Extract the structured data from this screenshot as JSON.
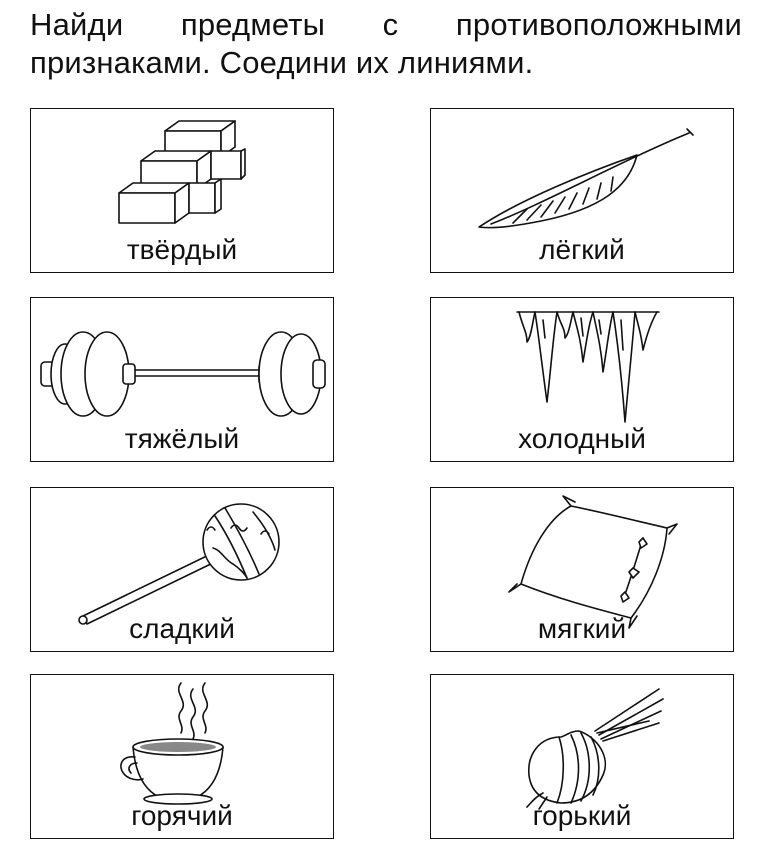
{
  "instruction": "Найди предметы с противоположными признаками. Соедини их линиями.",
  "cards": [
    {
      "label": "твёрдый",
      "icon": "bricks-icon"
    },
    {
      "label": "лёгкий",
      "icon": "feather-icon"
    },
    {
      "label": "тяжёлый",
      "icon": "barbell-icon"
    },
    {
      "label": "холодный",
      "icon": "icicles-icon"
    },
    {
      "label": "сладкий",
      "icon": "lollipop-icon"
    },
    {
      "label": "мягкий",
      "icon": "pillow-icon"
    },
    {
      "label": "горячий",
      "icon": "hot-cup-icon"
    },
    {
      "label": "горький",
      "icon": "onion-icon"
    }
  ]
}
